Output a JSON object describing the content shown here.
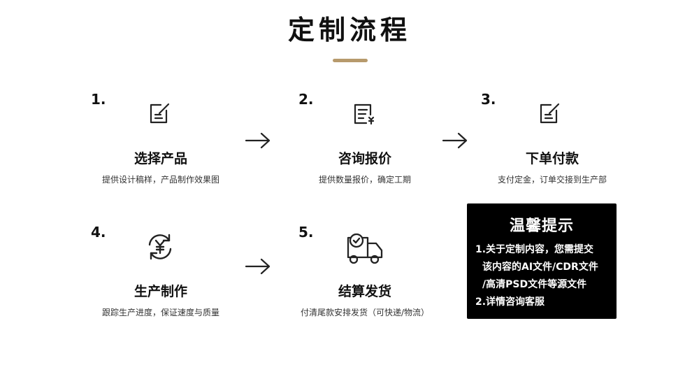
{
  "header": {
    "title": "定制流程"
  },
  "steps": [
    {
      "number": "1.",
      "title": "选择产品",
      "desc": "提供设计稿样，产品制作效果图",
      "icon": "edit-note-icon"
    },
    {
      "number": "2.",
      "title": "咨询报价",
      "desc": "提供数量报价，确定工期",
      "icon": "price-list-icon"
    },
    {
      "number": "3.",
      "title": "下单付款",
      "desc": "支付定金，订单交接到生产部",
      "icon": "edit-note-icon"
    },
    {
      "number": "4.",
      "title": "生产制作",
      "desc": "跟踪生产进度，保证速度与质量",
      "icon": "yuan-cycle-icon"
    },
    {
      "number": "5.",
      "title": "结算发货",
      "desc": "付清尾款安排发货（可快递/物流）",
      "icon": "delivery-truck-icon"
    }
  ],
  "notice": {
    "title": "温馨提示",
    "lines": [
      "1.关于定制内容，您需提交",
      "该内容的AI文件/CDR文件",
      "/高清PSD文件等源文件",
      "2.详情咨询客服"
    ]
  },
  "colors": {
    "accent": "#b79a6c",
    "text": "#111111",
    "notice_bg": "#000000"
  }
}
